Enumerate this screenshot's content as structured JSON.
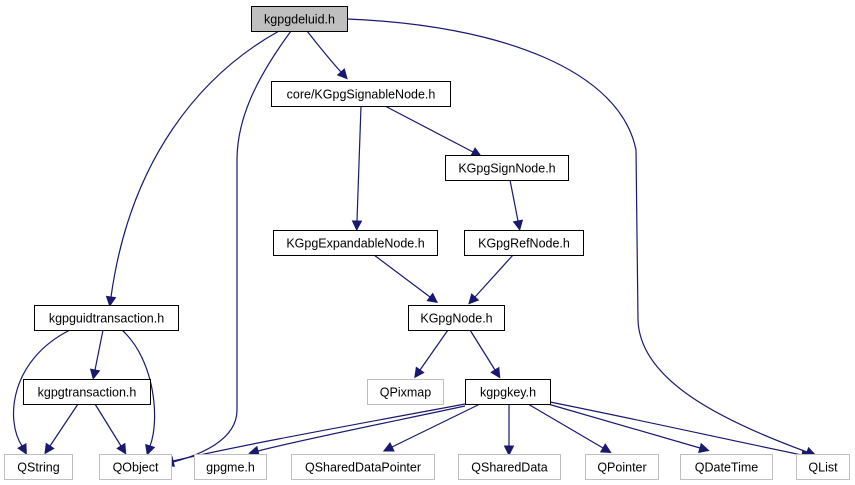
{
  "diagram": {
    "type": "include-dependency-graph",
    "colors": {
      "edge": "#191970",
      "root_fill": "#bfbfbf",
      "root_border": "#000000",
      "documented_border": "#000000",
      "external_border": "#bfbfbf",
      "text": "#000000"
    },
    "nodes": [
      {
        "id": "kgpgdeluid",
        "label": "kgpgdeluid.h",
        "kind": "root"
      },
      {
        "id": "signable",
        "label": "core/KGpgSignableNode.h",
        "kind": "documented"
      },
      {
        "id": "signnode",
        "label": "KGpgSignNode.h",
        "kind": "documented"
      },
      {
        "id": "expandable",
        "label": "KGpgExpandableNode.h",
        "kind": "documented"
      },
      {
        "id": "refnode",
        "label": "KGpgRefNode.h",
        "kind": "documented"
      },
      {
        "id": "kgpgnode",
        "label": "KGpgNode.h",
        "kind": "documented"
      },
      {
        "id": "guidtrans",
        "label": "kgpguidtransaction.h",
        "kind": "documented"
      },
      {
        "id": "trans",
        "label": "kgpgtransaction.h",
        "kind": "documented"
      },
      {
        "id": "kgpgkey",
        "label": "kgpgkey.h",
        "kind": "documented"
      },
      {
        "id": "qpixmap",
        "label": "QPixmap",
        "kind": "external"
      },
      {
        "id": "qstring",
        "label": "QString",
        "kind": "external"
      },
      {
        "id": "qobject",
        "label": "QObject",
        "kind": "external"
      },
      {
        "id": "gpgme",
        "label": "gpgme.h",
        "kind": "external"
      },
      {
        "id": "qshareddatapointer",
        "label": "QSharedDataPointer",
        "kind": "external"
      },
      {
        "id": "qshareddata",
        "label": "QSharedData",
        "kind": "external"
      },
      {
        "id": "qpointer",
        "label": "QPointer",
        "kind": "external"
      },
      {
        "id": "qdatetime",
        "label": "QDateTime",
        "kind": "external"
      },
      {
        "id": "qlist",
        "label": "QList",
        "kind": "external"
      }
    ],
    "edges": [
      {
        "from": "kgpgdeluid",
        "to": "signable"
      },
      {
        "from": "kgpgdeluid",
        "to": "guidtrans"
      },
      {
        "from": "kgpgdeluid",
        "to": "qobject"
      },
      {
        "from": "kgpgdeluid",
        "to": "qlist"
      },
      {
        "from": "signable",
        "to": "expandable"
      },
      {
        "from": "signable",
        "to": "signnode"
      },
      {
        "from": "signnode",
        "to": "refnode"
      },
      {
        "from": "expandable",
        "to": "kgpgnode"
      },
      {
        "from": "refnode",
        "to": "kgpgnode"
      },
      {
        "from": "kgpgnode",
        "to": "qpixmap"
      },
      {
        "from": "kgpgnode",
        "to": "kgpgkey"
      },
      {
        "from": "guidtrans",
        "to": "trans"
      },
      {
        "from": "guidtrans",
        "to": "qstring"
      },
      {
        "from": "guidtrans",
        "to": "qobject"
      },
      {
        "from": "trans",
        "to": "qstring"
      },
      {
        "from": "trans",
        "to": "qobject"
      },
      {
        "from": "kgpgkey",
        "to": "qobject"
      },
      {
        "from": "kgpgkey",
        "to": "gpgme"
      },
      {
        "from": "kgpgkey",
        "to": "qshareddatapointer"
      },
      {
        "from": "kgpgkey",
        "to": "qshareddata"
      },
      {
        "from": "kgpgkey",
        "to": "qpointer"
      },
      {
        "from": "kgpgkey",
        "to": "qdatetime"
      },
      {
        "from": "kgpgkey",
        "to": "qlist"
      }
    ]
  }
}
